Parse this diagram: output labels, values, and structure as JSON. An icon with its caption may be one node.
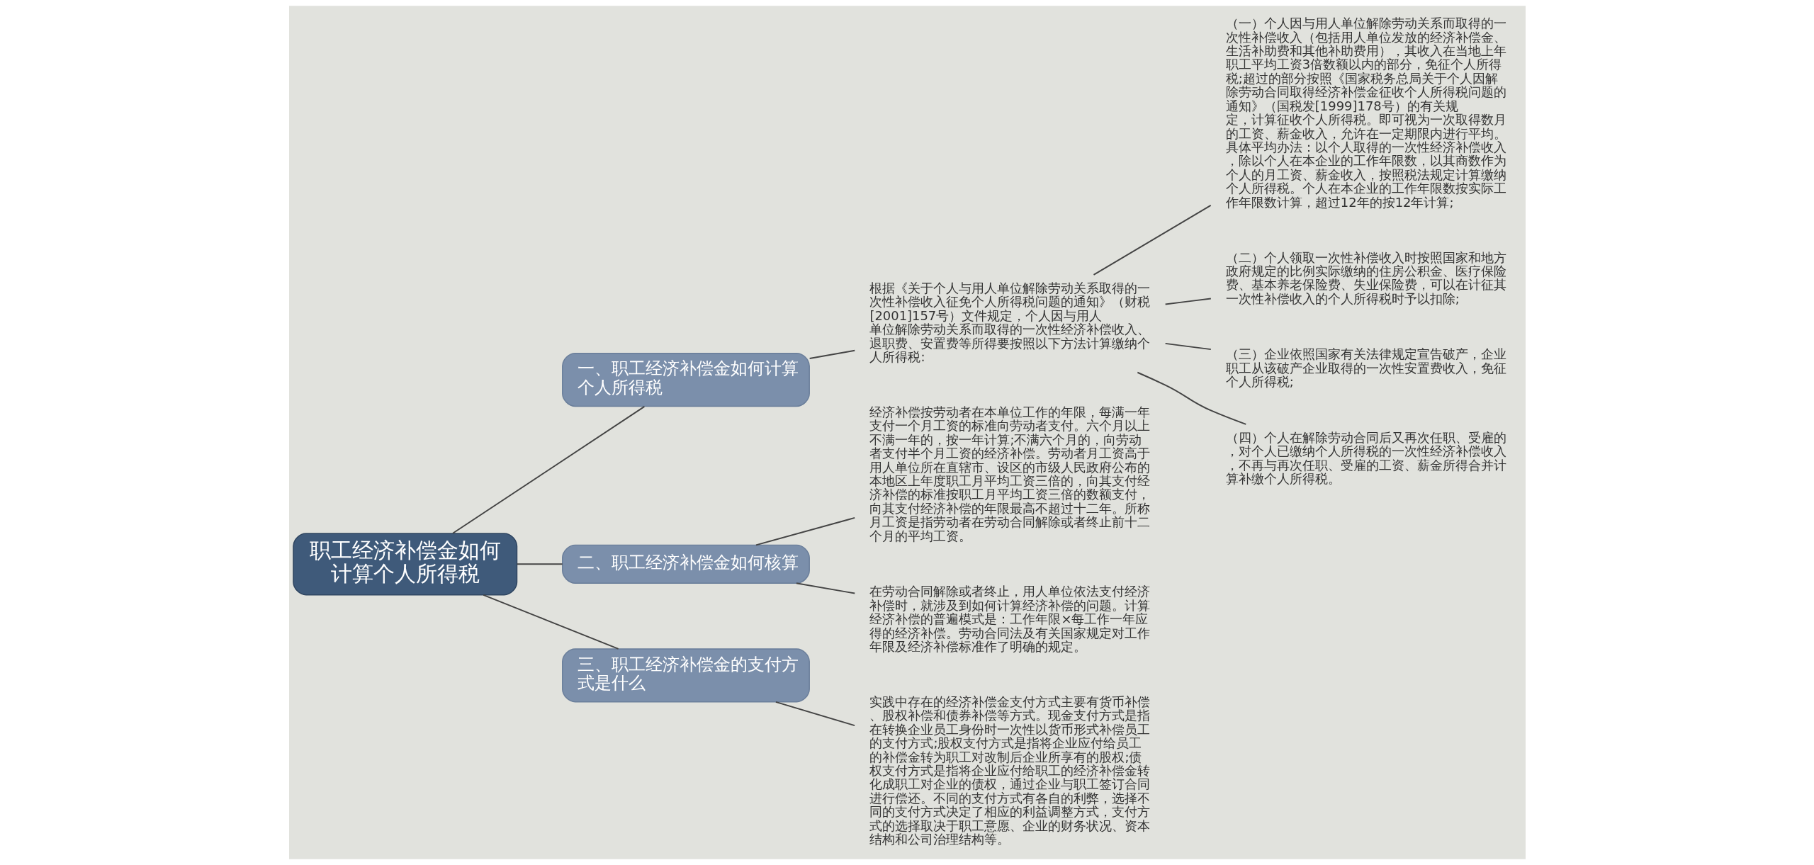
{
  "diagram": {
    "nodes": [
      {
        "text": [
          "职工经济补偿金如何计算个人所得税"
        ]
      },
      {
        "text": [
          "一、职工经济补偿金如何计算个人所得税"
        ]
      },
      {
        "text": [
          "根据《关于个人与用人单位解除劳动关系取得的一次性补偿收入征免个人所得税问题的通知》（财税[2001]157号）文件规定，个人因与用人单位解除劳动关系而取得的一次性经济补偿收入、退职费、安置费等所得要按照以下方法计算缴纳个人所得税:"
        ]
      },
      {
        "text": [
          "（一）个人因与用人单位解除劳动关系而取得的一次性补偿收入（包括用人单位发放的经济补偿金、生活补助费和其他补助费用），其收入在当地上年职工平均工资3倍数额以内的部分，免征个人所得税;超过的部分按照《国家税务总局关于个人因解除劳动合同取得经济补偿金征收个人所得税问题的通知》（国税发[1999]178号）的有关规定，计算征收个人所得税。即可视为一次取得数月的工资、薪金收入，允许在一定期限内进行平均。具体平均办法：以个人取得的一次性经济补偿收入，除以个人在本企业的工作年限数，以其商数作为个人的月工资、薪金收入，按照税法规定计算缴纳个人所得税。个人在本企业的工作年限数按实际工作年限数计算，超过12年的按12年计算;"
        ]
      },
      {
        "text": [
          "（二）个人领取一次性补偿收入时按照国家和地方政府规定的比例实际缴纳的住房公积金、医疗保险费、基本养老保险费、失业保险费，可以在计征其一次性补偿收入的个人所得税时予以扣除;"
        ]
      },
      {
        "text": [
          "（三）企业依照国家有关法律规定宣告破产，企业职工从该破产企业取得的一次性安置费收入，免征个人所得税;"
        ]
      },
      {
        "text": [
          "（四）个人在解除劳动合同后又再次任职、受雇的，对个人已缴纳个人所得税的一次性经济补偿收入，不再与再次任职、受雇的工资、薪金所得合并计算补缴个人所得税。"
        ]
      },
      {
        "text": [
          "二、职工经济补偿金如何核算"
        ]
      },
      {
        "text": [
          "经济补偿按劳动者在本单位工作的年限，每满一年支付一个月工资的标准向劳动者支付。六个月以上不满一年的，按一年计算;不满六个月的，向劳动者支付半个月工资的经济补偿。劳动者月工资高于用人单位所在直辖市、设区的市级人民政府公布的本地区上年度职工月平均工资三倍的，向其支付经济补偿的标准按职工月平均工资三倍的数额支付，向其支付经济补偿的年限最高不超过十二年。所称月工资是指劳动者在劳动合同解除或者终止前十二个月的平均工资。"
        ]
      },
      {
        "text": [
          "在劳动合同解除或者终止，用人单位依法支付经济补偿时，就涉及到如何计算经济补偿的问题。计算经济补偿的普遍模式是：工作年限×每工作一年应得的经济补偿。劳动合同法及有关国家规定对工作年限及经济补偿标准作了明确的规定。"
        ]
      },
      {
        "text": [
          "三、职工经济补偿金的支付方式是什么"
        ]
      },
      {
        "text": [
          "实践中存在的经济补偿金支付方式主要有货币补偿、股权补偿和债券补偿等方式。现金支付方式是指在转换企业员工身份时一次性以货币形式补偿员工的支付方式;股权支付方式是指将企业应付给员工的补偿金转为职工对改制后企业所享有的股权;债权支付方式是指将企业应付给职工的经济补偿金转化成职工对企业的债权，通过企业与职工签订合同进行偿还。不同的支付方式有各自的利弊，选择不同的支付方式决定了相应的利益调整方式，支付方式的选择取决于职工意愿、企业的财务状况、资本结构和公司治理结构等。"
        ]
      }
    ],
    "edges": [
      {
        "from": 0,
        "to": 1,
        "arrow": "none"
      },
      {
        "from": 1,
        "to": 2,
        "arrow": "none"
      },
      {
        "from": 2,
        "to": 3,
        "arrow": "none"
      },
      {
        "from": 2,
        "to": 4,
        "arrow": "none"
      },
      {
        "from": 2,
        "to": 5,
        "arrow": "none"
      },
      {
        "from": 2,
        "to": 6,
        "arrow": "none"
      },
      {
        "from": 0,
        "to": 7,
        "arrow": "none"
      },
      {
        "from": 7,
        "to": 8,
        "arrow": "none"
      },
      {
        "from": 7,
        "to": 9,
        "arrow": "none"
      },
      {
        "from": 0,
        "to": 10,
        "arrow": "none"
      },
      {
        "from": 10,
        "to": 11,
        "arrow": "none"
      }
    ]
  }
}
